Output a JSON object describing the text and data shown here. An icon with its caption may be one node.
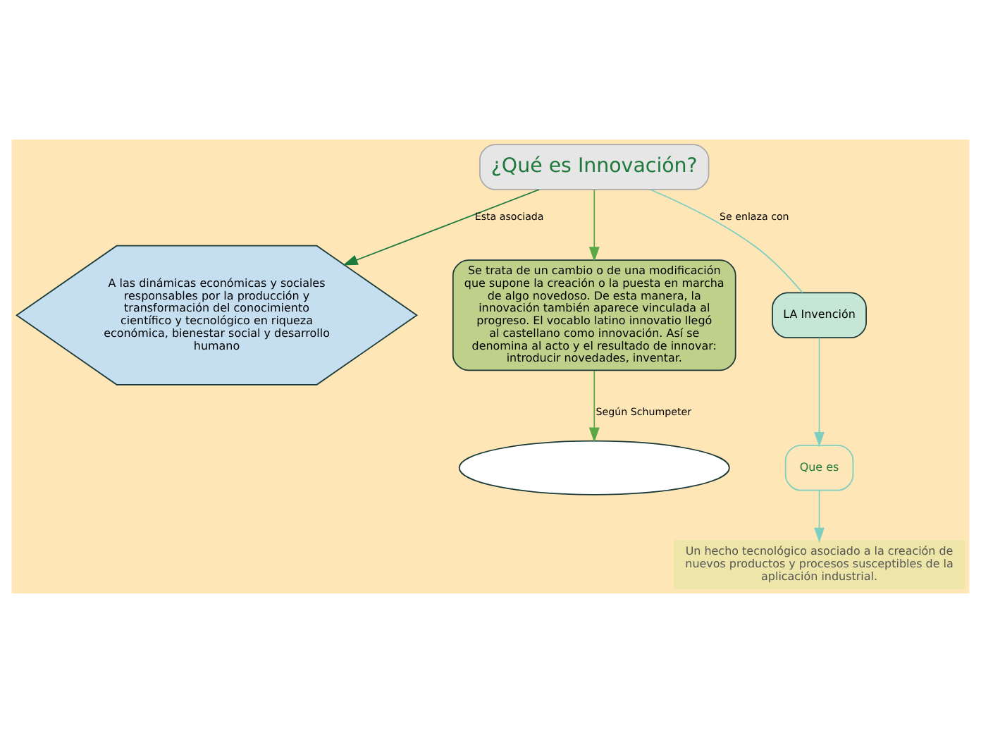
{
  "diagram": {
    "nodes": [
      {
        "text": [
          "¿Qué es Innovación?"
        ]
      },
      {
        "text": [
          "A las dinámicas económicas y sociales responsables por la producción y transformación del conocimiento científico y tecnológico en riqueza económica, bienestar social y desarrollo humano"
        ]
      },
      {
        "text": [
          "Se trata de un cambio o de una modificación que supone la creación o la puesta en marcha de algo novedoso. De esta manera, la innovación también aparece vinculada al progreso. El vocablo latino innovatio llegó al castellano como innovación. Así se denomina al acto y el resultado de innovar: introducir novedades, inventar."
        ]
      },
      {
        "text": [
          "LA Invención"
        ]
      },
      {
        "text": [
          "Que es"
        ]
      },
      {
        "text": [
          "Un hecho tecnológico asociado a la creación de nuevos productos y procesos susceptibles de la aplicación industrial."
        ]
      },
      {
        "text": [],
        "shape": "ellipse"
      }
    ],
    "edges": [
      {
        "from": 0,
        "to": 1,
        "arrow": "to",
        "label": "Esta asociada",
        "color": "#1e7a3c"
      },
      {
        "from": 0,
        "to": 2,
        "arrow": "to",
        "color": "#5aa845"
      },
      {
        "from": 0,
        "to": 3,
        "arrow": "none",
        "label": "Se enlaza con"
      },
      {
        "from": 3,
        "to": 4,
        "arrow": "to"
      },
      {
        "from": 4,
        "to": 5,
        "arrow": "to"
      },
      {
        "from": 2,
        "to": 6,
        "arrow": "to",
        "label": "Según Schumpeter",
        "color": "#5aa845"
      }
    ]
  }
}
